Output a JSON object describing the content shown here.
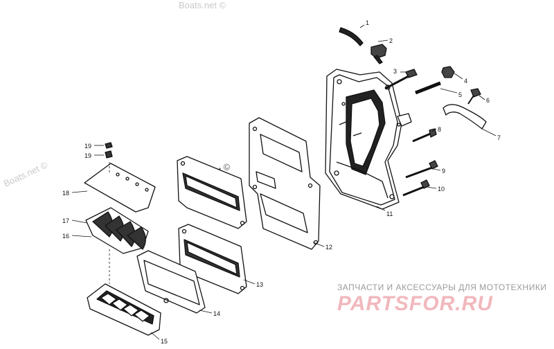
{
  "watermarks": {
    "top": "Boats.net ©",
    "left": "Boats.net ©",
    "center": "Boats.net ©"
  },
  "brand": {
    "tagline": "ЗАПЧАСТИ И АКСЕССУАРЫ ДЛЯ МОТОТЕХНИКИ",
    "logo_text": "PARTSFOR.RU",
    "logo_color": "#f1b8bd"
  },
  "callouts": [
    "1",
    "2",
    "3",
    "4",
    "5",
    "6",
    "7",
    "8",
    "9",
    "10",
    "11",
    "12",
    "13",
    "14",
    "15",
    "16",
    "17",
    "18",
    "19",
    "19"
  ]
}
